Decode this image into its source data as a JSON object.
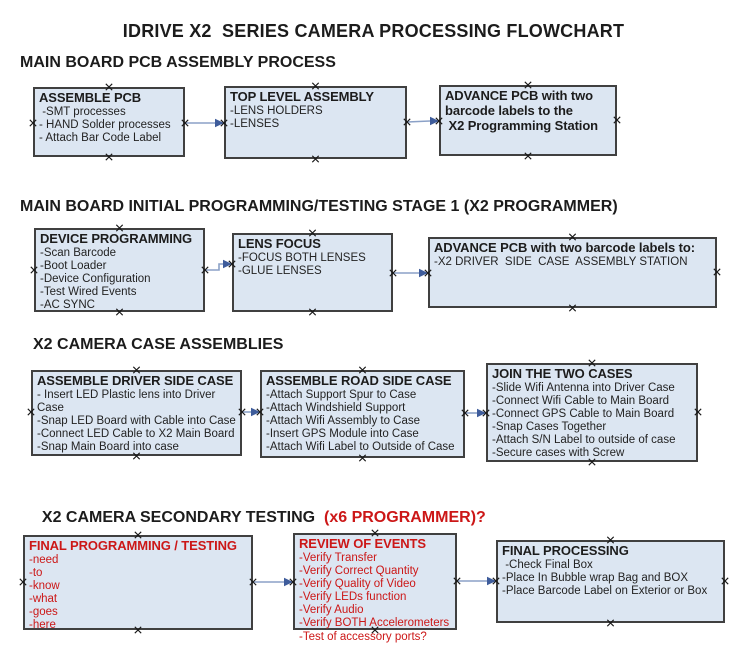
{
  "title": "IDRIVE X2  SERIES CAMERA PROCESSING FLOWCHART",
  "colors": {
    "box_fill": "#dce6f2",
    "box_border": "#404040",
    "arrow_line": "#8ba1c7",
    "arrow_head": "#3e5c9b",
    "red_text": "#cc1717",
    "ink": "#1c1c1c"
  },
  "sections": [
    {
      "header": "MAIN BOARD PCB ASSEMBLY PROCESS",
      "boxes": [
        {
          "title": "ASSEMBLE PCB",
          "items": [
            " -SMT processes",
            "- HAND Solder processes",
            "- Attach Bar Code Label"
          ]
        },
        {
          "title": "TOP LEVEL ASSEMBLY",
          "items": [
            "-LENS HOLDERS",
            "-LENSES"
          ]
        },
        {
          "title": "ADVANCE PCB with two\nbarcode labels to the\n X2 Programming Station",
          "items": []
        }
      ]
    },
    {
      "header": "MAIN BOARD INITIAL PROGRAMMING/TESTING STAGE 1 (X2 PROGRAMMER)",
      "boxes": [
        {
          "title": "DEVICE PROGRAMMING",
          "items": [
            "-Scan Barcode",
            "-Boot Loader",
            "-Device Configuration",
            "-Test Wired Events",
            "-AC SYNC"
          ]
        },
        {
          "title": "LENS FOCUS",
          "items": [
            "-FOCUS BOTH LENSES",
            "-GLUE LENSES"
          ]
        },
        {
          "title": "ADVANCE PCB with two barcode labels to:",
          "items": [
            "-X2 DRIVER  SIDE  CASE  ASSEMBLY STATION"
          ]
        }
      ]
    },
    {
      "header": "X2 CAMERA CASE ASSEMBLIES",
      "boxes": [
        {
          "title": "ASSEMBLE DRIVER SIDE CASE",
          "items": [
            "- Insert LED Plastic lens into Driver Case",
            "-Snap LED Board with Cable into Case",
            "-Connect LED Cable to X2 Main Board",
            "-Snap Main Board into case"
          ]
        },
        {
          "title": "ASSEMBLE ROAD SIDE CASE",
          "items": [
            "-Attach Support Spur to Case",
            "-Attach Windshield Support",
            "-Attach Wifi Assembly to Case",
            "-Insert GPS Module into Case",
            "-Attach Wifi Label to Outside of Case"
          ]
        },
        {
          "title": "JOIN THE TWO CASES",
          "items": [
            "-Slide Wifi Antenna into Driver Case",
            "-Connect Wifi Cable to Main Board",
            "-Connect GPS Cable to Main Board",
            "-Snap Cases Together",
            "-Attach S/N Label to outside of case",
            "-Secure cases with Screw"
          ]
        }
      ]
    },
    {
      "header_black": "X2 CAMERA SECONDARY TESTING ",
      "header_red": " (x6 PROGRAMMER)?",
      "boxes": [
        {
          "title": "FINAL PROGRAMMING / TESTING",
          "items": [
            "-need",
            "-to",
            "-know",
            "-what",
            "-goes",
            "-here"
          ]
        },
        {
          "title": "REVIEW OF EVENTS",
          "items": [
            "-Verify Transfer",
            "-Verify Correct Quantity",
            "-Verify Quality of Video",
            "-Verify LEDs function",
            "-Verify Audio",
            "-Verify BOTH Accelerometers",
            "-Test of accessory ports?"
          ]
        },
        {
          "title": "FINAL PROCESSING",
          "items": [
            " -Check Final Box",
            "-Place In Bubble wrap Bag and BOX",
            "-Place Barcode Label on Exterior or Box"
          ]
        }
      ]
    }
  ]
}
